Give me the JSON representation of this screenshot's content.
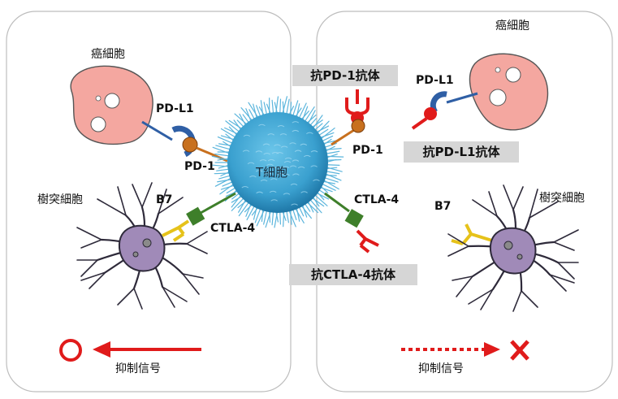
{
  "left_panel": {
    "cancer_cell_label": "癌細胞",
    "pd_l1_label": "PD-L1",
    "pd_1_label": "PD-1",
    "dendritic_cell_label": "樹突細胞",
    "b7_label": "B7",
    "ctla4_label": "CTLA-4",
    "signal_label": "抑制信号"
  },
  "center": {
    "t_cell_label": "T細胞"
  },
  "right_panel": {
    "anti_pd1_label": "抗PD-1抗体",
    "pd_1_label": "PD-1",
    "cancer_cell_label": "癌細胞",
    "pd_l1_label": "PD-L1",
    "anti_pdl1_label": "抗PD-L1抗体",
    "ctla4_label": "CTLA-4",
    "anti_ctla4_label": "抗CTLA-4抗体",
    "b7_label": "B7",
    "dendritic_cell_label": "樹突細胞",
    "signal_label": "抑制信号"
  },
  "colors": {
    "cancer_cell_fill": "#f4a7a0",
    "t_cell_fill": "#3aa0cf",
    "dendritic_fill": "#a08ab8",
    "pd_l1_receptor": "#2f5fa5",
    "pd_1_receptor": "#c8701e",
    "ctla4_receptor": "#3e7f2a",
    "b7_receptor": "#e6c21a",
    "antibody_red": "#e01b1b",
    "label_box": "#d6d6d6"
  }
}
